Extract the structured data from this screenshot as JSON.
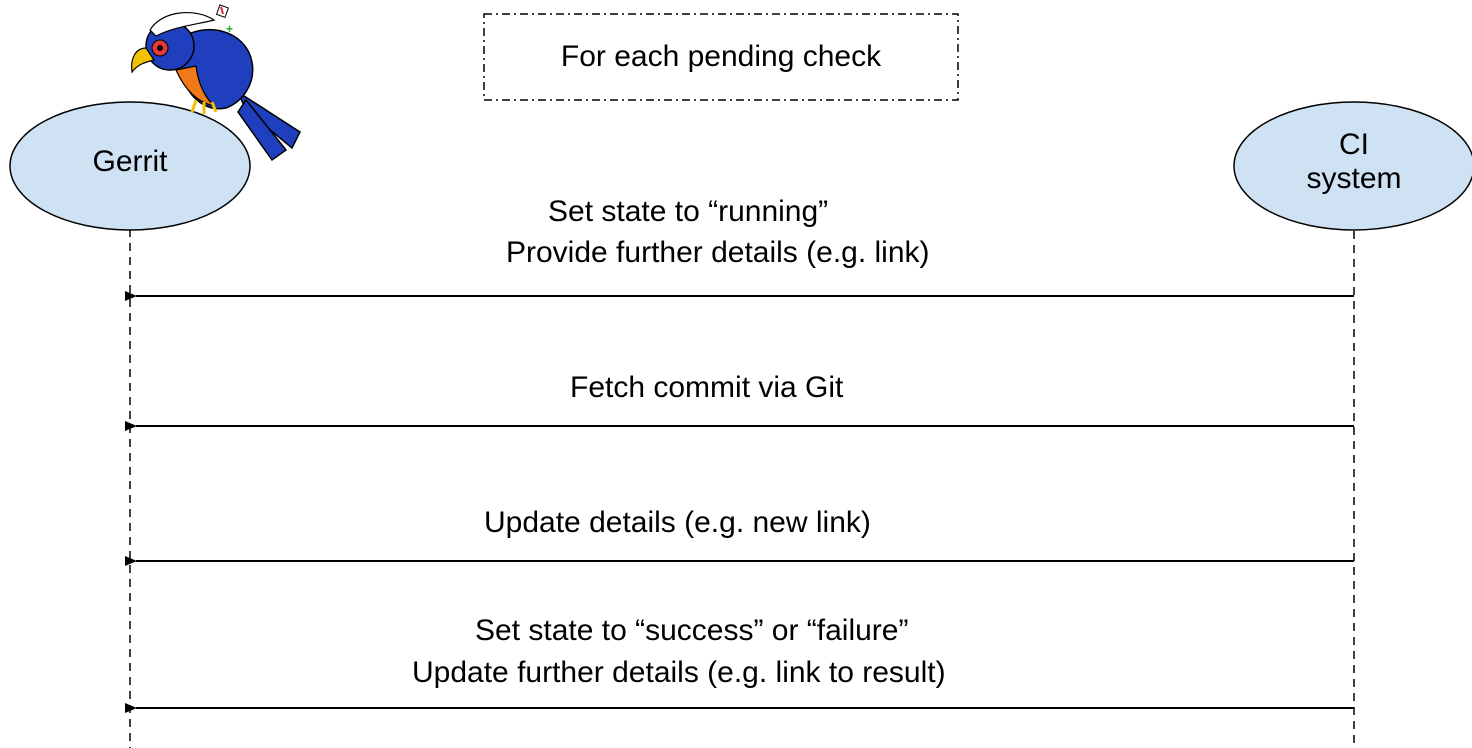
{
  "loop": {
    "label": "For each pending check"
  },
  "actors": {
    "gerrit": {
      "label": "Gerrit",
      "fill": "#cfe2f3"
    },
    "ci": {
      "line1": "CI",
      "line2": "system",
      "fill": "#cfe2f3"
    }
  },
  "messages": {
    "m1": {
      "line1": "Set state to “running”",
      "line2": "Provide further details (e.g. link)"
    },
    "m2": {
      "line1": "Fetch commit via Git"
    },
    "m3": {
      "line1": "Update details (e.g. new link)"
    },
    "m4": {
      "line1": "Set state to “success” or “failure”",
      "line2": "Update further details (e.g. link to result)"
    }
  },
  "mascot": {
    "icon": "gerrit-bird-mascot-icon",
    "body_color": "#1f3fbf",
    "beak_color": "#f2c200",
    "breast_color": "#f07a1a"
  }
}
